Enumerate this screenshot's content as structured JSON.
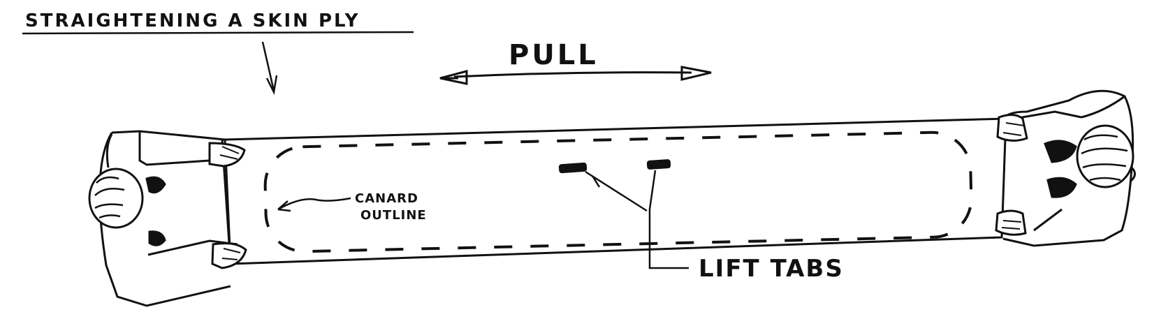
{
  "title": "STRAIGHTENING A SKIN PLY",
  "labels": {
    "pull": "PULL",
    "canard": "CANARD",
    "outline": "OUTLINE",
    "lift_tabs": "LIFT TABS"
  },
  "colors": {
    "ink": "#111111",
    "paper": "#ffffff"
  }
}
